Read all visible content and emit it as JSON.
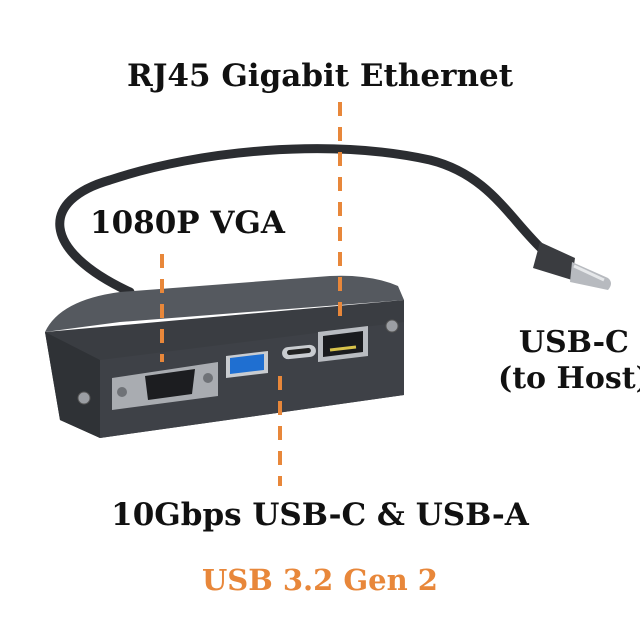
{
  "labels": {
    "ethernet": "RJ45 Gigabit Ethernet",
    "vga": "1080P VGA",
    "usbc_line1": "USB-C",
    "usbc_line2": "(to Host)",
    "usb_ports": "10Gbps USB-C & USB-A",
    "usb_spec": "USB 3.2 Gen 2"
  },
  "colors": {
    "accent_orange": "#e8873a",
    "device_body": "#3a3d42",
    "usb_a_blue": "#1f6fd1",
    "text": "#111111"
  }
}
